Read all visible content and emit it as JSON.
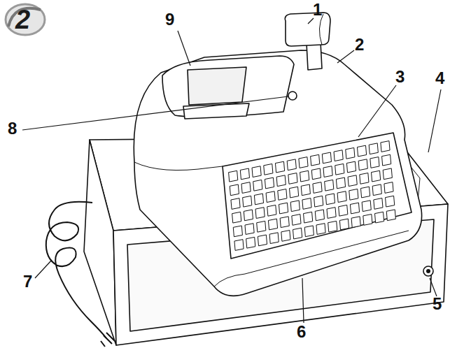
{
  "diagram": {
    "labels": [
      "2",
      "1",
      "9",
      "2",
      "3",
      "8",
      "4",
      "7",
      "5",
      "6"
    ]
  }
}
